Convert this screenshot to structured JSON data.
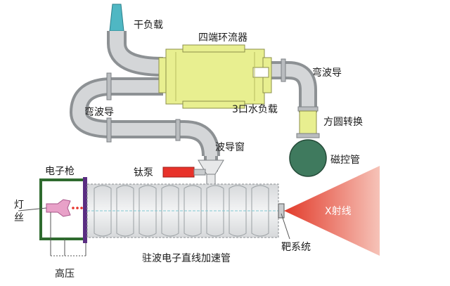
{
  "labels": {
    "dry_load": "干负载",
    "circulator": "四端环流器",
    "water_load": "3口水负载",
    "bend_right": "弯波导",
    "bend_left": "弯波导",
    "rect_circ": "方圆转换",
    "magnetron": "磁控管",
    "waveguide_window": "波导窗",
    "ti_pump": "钛泵",
    "electron_gun": "电子枪",
    "filament_1": "灯",
    "filament_2": "丝",
    "target": "靶系统",
    "xray": "X射线",
    "high_voltage": "高压",
    "accelerator": "驻波电子直线加速管"
  },
  "colors": {
    "waveguide": "#c9ccce",
    "circulator": "#e8ef90",
    "magnetron": "#3f7a5e",
    "pump": "#e8322a",
    "xray": "#e53b2c",
    "gun_frame": "#2f6b2f",
    "gun_plate": "#5a2d82",
    "filament": "#e8a1c8",
    "load_cone": "#4fb7c3"
  }
}
